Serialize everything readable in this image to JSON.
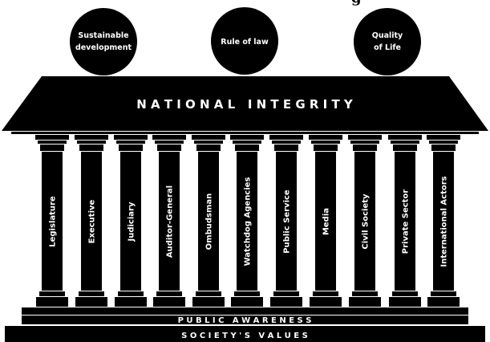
{
  "header_fragment": "g",
  "ideals": [
    {
      "lines": [
        "Sustainable",
        "development"
      ]
    },
    {
      "lines": [
        "Rule of law"
      ]
    },
    {
      "lines": [
        "Quality",
        "of Life"
      ]
    }
  ],
  "roof": {
    "label": "N A T I O N A L   I N T E G R I T Y"
  },
  "pillars": [
    "Legislature",
    "Executive",
    "Judiciary",
    "Auditor-General",
    "Ombudsman",
    "Watchdog Agencies",
    "Public Service",
    "Media",
    "Civil Society",
    "Private Sector",
    "International Actors"
  ],
  "foundations": {
    "upper": "P U B L I C   A W A R E N E S S",
    "lower": "S O C I E T Y ' S   V A L U E S"
  },
  "colors": {
    "structure": "#000000",
    "text": "#ffffff",
    "background": "#ffffff"
  }
}
